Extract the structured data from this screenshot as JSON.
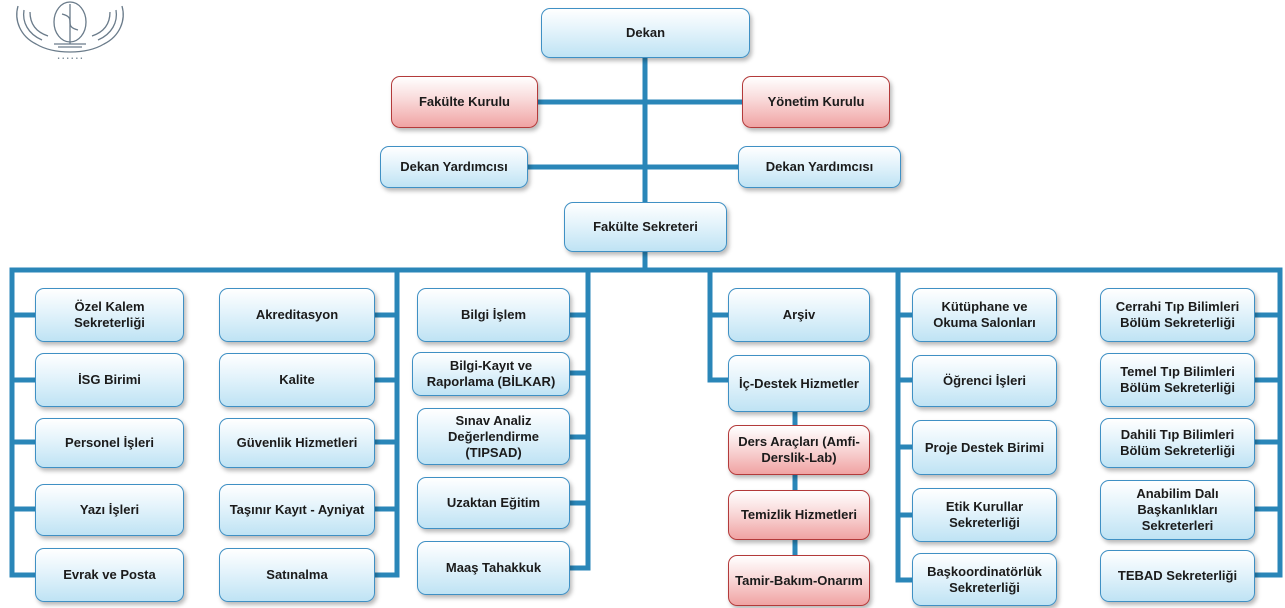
{
  "chart": {
    "top": {
      "dekan": "Dekan",
      "fakulte_kurulu": "Fakülte Kurulu",
      "yonetim_kurulu": "Yönetim Kurulu",
      "dekan_yardimcisi_left": "Dekan Yardımcısı",
      "dekan_yardimcisi_right": "Dekan Yardımcısı",
      "fakulte_sekreteri": "Fakülte Sekreteri"
    },
    "columns": [
      {
        "items": [
          "Özel Kalem Sekreterliği",
          "İSG Birimi",
          "Personel İşleri",
          "Yazı İşleri",
          "Evrak ve Posta"
        ]
      },
      {
        "items": [
          "Akreditasyon",
          "Kalite",
          "Güvenlik Hizmetleri",
          "Taşınır Kayıt - Ayniyat",
          "Satınalma"
        ]
      },
      {
        "items": [
          "Bilgi İşlem",
          "Bilgi-Kayıt ve Raporlama (BİLKAR)",
          "Sınav Analiz Değerlendirme (TIPSAD)",
          "Uzaktan Eğitim",
          "Maaş Tahakkuk"
        ]
      },
      {
        "items": [
          "Arşiv",
          "İç-Destek Hizmetler",
          "Ders Araçları (Amfi-Derslik-Lab)",
          "Temizlik Hizmetleri",
          "Tamir-Bakım-Onarım"
        ]
      },
      {
        "items": [
          "Kütüphane ve Okuma Salonları",
          "Öğrenci İşleri",
          "Proje Destek Birimi",
          "Etik Kurullar Sekreterliği",
          "Başkoordinatörlük Sekreterliği"
        ]
      },
      {
        "items": [
          "Cerrahi Tıp Bilimleri Bölüm Sekreterliği",
          "Temel Tıp Bilimleri Bölüm Sekreterliği",
          "Dahili Tıp Bilimleri Bölüm Sekreterliği",
          "Anabilim Dalı Başkanlıkları Sekreterleri",
          "TEBAD Sekreterliği"
        ]
      }
    ]
  },
  "colors": {
    "connector": "#2a86b8",
    "blue_border": "#3f90c4",
    "red_border": "#b33a3a",
    "blue_fill": "#cfeaf7",
    "red_fill": "#f5c4c4"
  },
  "logo": {
    "icon": "university-emblem-icon"
  }
}
